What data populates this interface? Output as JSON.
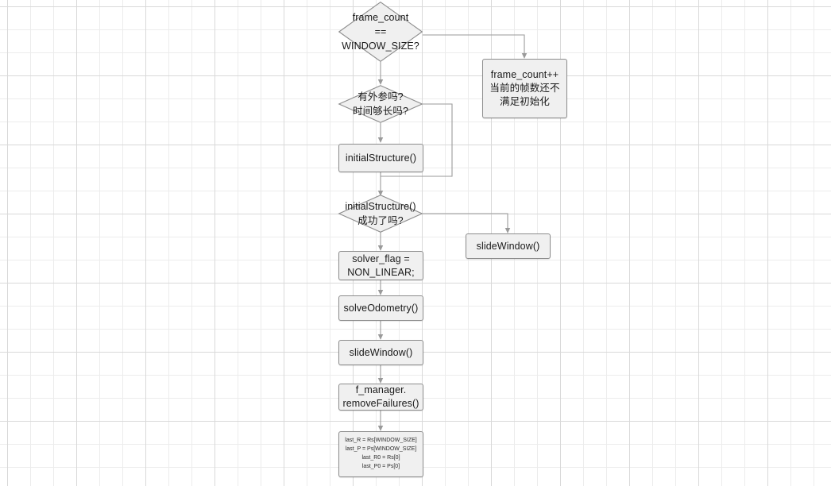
{
  "diagram": {
    "title": "VINS estimator processImage flowchart",
    "colors": {
      "node_fill": "#f0f0f0",
      "node_border": "#8c8c8c",
      "edge": "#9a9a9a",
      "grid_minor": "#ececec",
      "grid_major": "#d9d9d9",
      "text": "#1a1a1a"
    },
    "nodes": [
      {
        "id": "frame-count-check",
        "kind": "decision",
        "lines": [
          "frame_count",
          "==",
          "WINDOW_SIZE?"
        ]
      },
      {
        "id": "extrinsic-check",
        "kind": "decision",
        "lines": [
          "有外参吗?",
          "时间够长吗?"
        ]
      },
      {
        "id": "frame-count-increment",
        "kind": "process",
        "lines": [
          "frame_count++",
          "当前的帧数还不",
          "满足初始化"
        ]
      },
      {
        "id": "initial-structure",
        "kind": "process",
        "lines": [
          "initialStructure()"
        ]
      },
      {
        "id": "initial-structure-check",
        "kind": "decision",
        "lines": [
          "initialStructure()",
          "成功了吗?"
        ]
      },
      {
        "id": "slide-window-right",
        "kind": "process",
        "lines": [
          "slideWindow()"
        ]
      },
      {
        "id": "solver-flag",
        "kind": "process",
        "lines": [
          "solver_flag =",
          "NON_LINEAR;"
        ]
      },
      {
        "id": "solve-odometry",
        "kind": "process",
        "lines": [
          "solveOdometry()"
        ]
      },
      {
        "id": "slide-window-main",
        "kind": "process",
        "lines": [
          "slideWindow()"
        ]
      },
      {
        "id": "remove-failures",
        "kind": "process",
        "lines": [
          "f_manager.",
          "removeFailures()"
        ]
      },
      {
        "id": "save-last-pose",
        "kind": "process",
        "lines": [
          "last_R = Rs[WINDOW_SIZE]",
          "last_P = Ps[WINDOW_SIZE]",
          "last_R0 = Rs[0]",
          "last_P0 = Ps[0]"
        ]
      }
    ]
  }
}
